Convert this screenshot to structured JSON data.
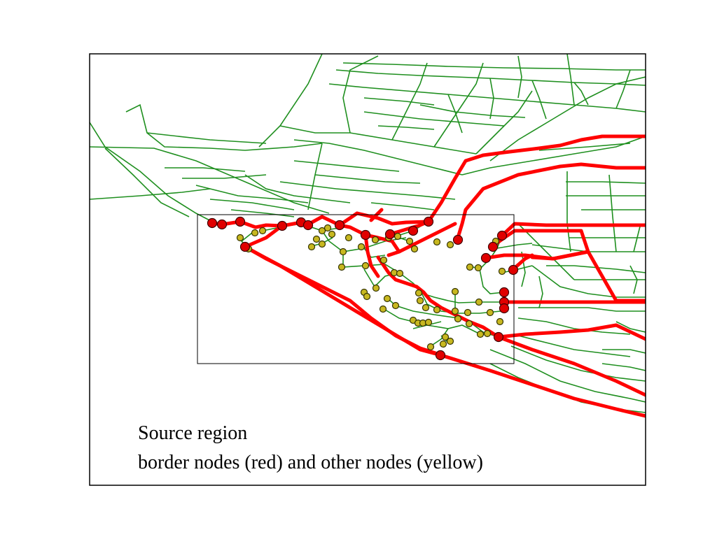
{
  "caption": {
    "line1": "Source region",
    "line2": "border nodes (red) and other nodes (yellow)"
  },
  "colors": {
    "road": "#1f8f1f",
    "border_path": "#ff0000",
    "border_node": "#e00000",
    "inner_node": "#c8b820",
    "frame": "#000000"
  },
  "legend": {
    "border_nodes_label": "border nodes (red)",
    "other_nodes_label": "other nodes (yellow)"
  }
}
